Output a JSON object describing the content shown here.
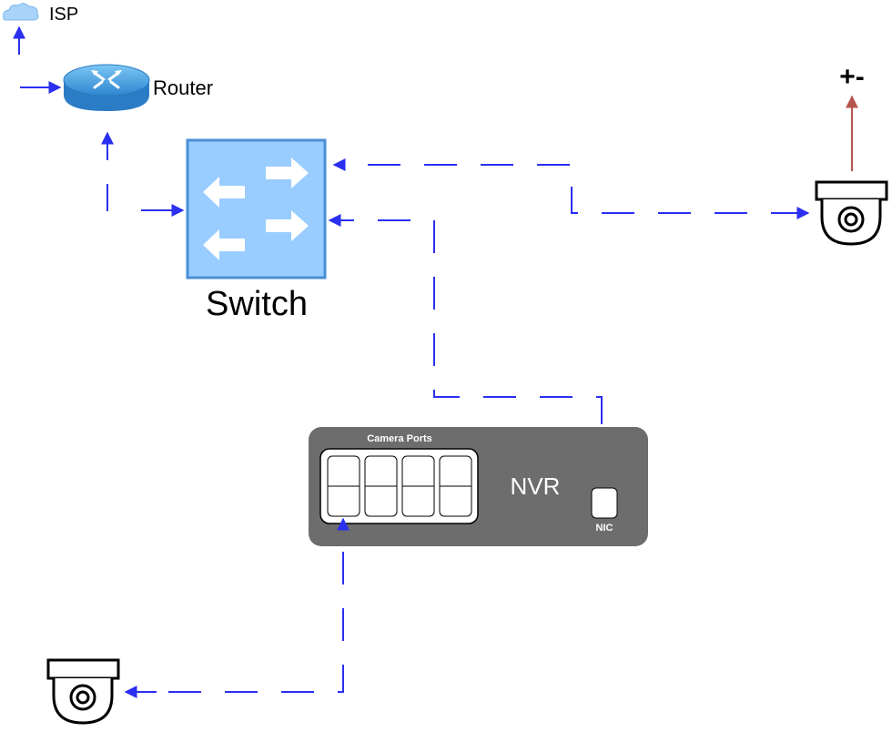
{
  "isp": {
    "label": "ISP",
    "icon": "cloud-icon"
  },
  "router": {
    "label": "Router",
    "icon": "router-icon"
  },
  "switch": {
    "label": "Switch",
    "icon": "switch-icon"
  },
  "nvr": {
    "label": "NVR",
    "ports_label": "Camera Ports",
    "port_count": 4,
    "nic_label": "NIC"
  },
  "power": {
    "label": "+-"
  },
  "cameras": [
    {
      "name": "camera-top-right",
      "icon": "dome-camera-icon"
    },
    {
      "name": "camera-bottom-left",
      "icon": "dome-camera-icon"
    }
  ],
  "colors": {
    "link": "#2a2ff0",
    "power_line": "#b5544d",
    "switch_fill": "#99ccff",
    "switch_border": "#4a8fd6",
    "nvr_body": "#6d6d6d",
    "router_fill": "#4aa3e8"
  }
}
